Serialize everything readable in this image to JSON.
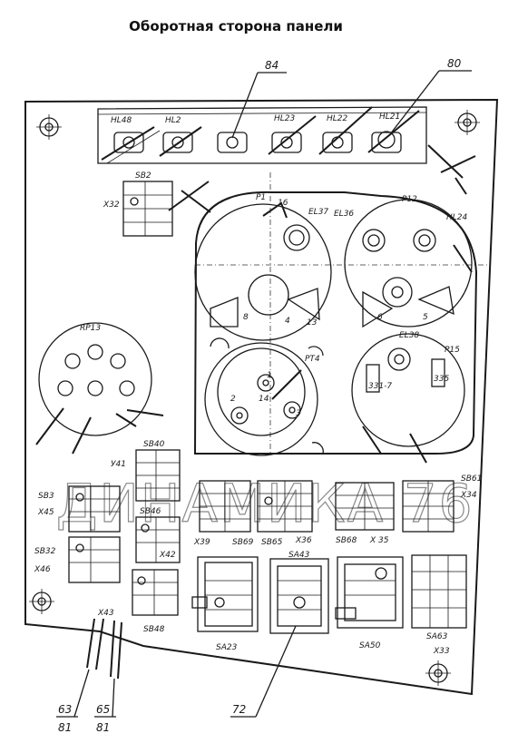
{
  "title": "Оборотная сторона панели",
  "watermark": "ДИНАМИКА 76",
  "reference_numbers": {
    "r84": "84",
    "r80": "80",
    "r72": "72",
    "r63": "63",
    "r81a": "81",
    "r65": "65",
    "r81b": "81"
  },
  "indicator_lamps": [
    "HL48",
    "HL2",
    "HL23",
    "HL22",
    "HL21"
  ],
  "gauges": {
    "P1": "P1",
    "EL37": "EL37",
    "EL36": "EL36",
    "P12": "P12",
    "HL24": "HL24",
    "PT4": "PT4",
    "EL38": "EL38",
    "P15": "P15",
    "RP13": "RP13"
  },
  "switch_blocks": {
    "SB2": "SB2",
    "SB40": "SB40",
    "SB3": "SB3",
    "SB46": "SB46",
    "SB32": "SB32",
    "SB48": "SB48",
    "SB69": "SB69",
    "SB65": "SB65",
    "SB68": "SB68",
    "SB61": "SB61"
  },
  "connectors": {
    "X32": "X32",
    "Y41": "У41",
    "X45": "X45",
    "X46": "X46",
    "X42": "X42",
    "X43": "X43",
    "X39": "X39",
    "X36": "X36",
    "X35": "X 35",
    "X34": "X34",
    "X33": "X33"
  },
  "selector_switches": {
    "SA23": "SA23",
    "SA50": "SA50",
    "SA63": "SA63",
    "SA43": "SA43"
  },
  "terminal_marks": {
    "t16": "16",
    "t4": "4",
    "t8": "8",
    "t13": "13",
    "t6": "6",
    "t5": "5",
    "t1": "1",
    "t2": "2",
    "t3": "3",
    "t14": "14",
    "t335": "335",
    "t331": "331-7"
  }
}
